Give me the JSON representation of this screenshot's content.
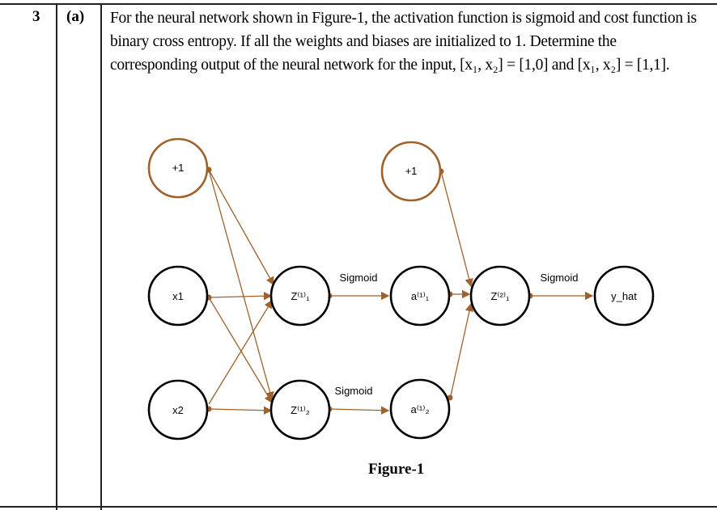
{
  "question": {
    "number": "3",
    "part": "(a)",
    "text": "For the neural network shown in Figure-1, the activation function is sigmoid and cost function is binary cross entropy. If all the weights and biases are initialized to 1. Determine the corresponding output of the neural network for the input, [x₁, x₂] = [1,0] and [x₁, x₂] = [1,1]."
  },
  "figure": {
    "caption": "Figure-1",
    "nodes": {
      "bias1": "+1",
      "x1": "x1",
      "x2": "x2",
      "z11": "Z⁽¹⁾₁",
      "z12": "Z⁽¹⁾₂",
      "a11": "a⁽¹⁾₁",
      "a12": "a⁽¹⁾₂",
      "bias2": "+1",
      "z21": "Z⁽²⁾₁",
      "yhat": "y_hat"
    },
    "edge_labels": {
      "z11_a11": "Sigmoid",
      "z12_a12": "Sigmoid",
      "z21_yhat": "Sigmoid"
    },
    "colors": {
      "edge": "#a0612a",
      "bias_node": "#a0612a",
      "node": "#000000"
    }
  }
}
